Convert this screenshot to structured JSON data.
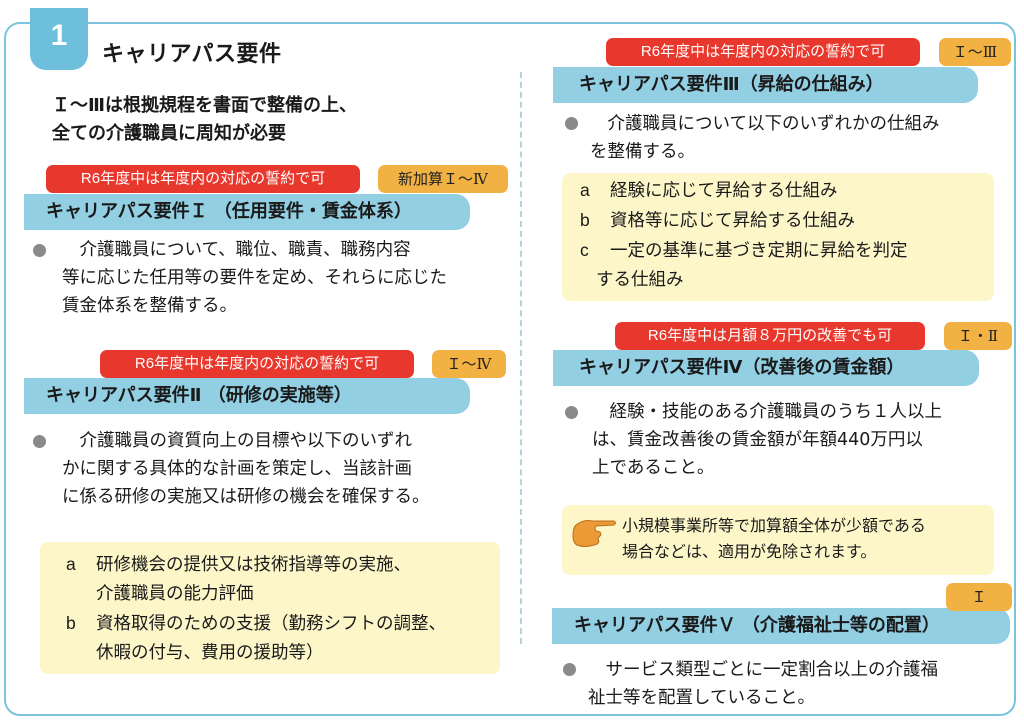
{
  "section": {
    "number": "1",
    "title": "キャリアパス要件",
    "lead_lines": [
      "Ｉ～Ⅲは根拠規程を書面で整備の上、",
      "全ての介護職員に周知が必要"
    ]
  },
  "requirements": [
    {
      "id": "I",
      "heading": "キャリアパス要件Ｉ （任用要件・賃金体系）",
      "red_tag": "R6年度中は年度内の対応の誓約で可",
      "orange_tag": "新加算Ｉ～Ⅳ",
      "body_lines": [
        "　介護職員について、職位、職責、職務内容",
        "等に応じた任用等の要件を定め、それらに応じた",
        "賃金体系を整備する。"
      ]
    },
    {
      "id": "II",
      "heading": "キャリアパス要件Ⅱ （研修の実施等）",
      "red_tag": "R6年度中は年度内の対応の誓約で可",
      "orange_tag": "Ｉ～Ⅳ",
      "body_lines": [
        "　介護職員の資質向上の目標や以下のいずれ",
        "かに関する具体的な計画を策定し、当該計画",
        "に係る研修の実施又は研修の機会を確保する。"
      ],
      "options": [
        {
          "label": "a",
          "lines": [
            "研修機会の提供又は技術指導等の実施、",
            "介護職員の能力評価"
          ]
        },
        {
          "label": "b",
          "lines": [
            "資格取得のための支援（勤務シフトの調整、",
            "休暇の付与、費用の援助等）"
          ]
        }
      ]
    },
    {
      "id": "III",
      "heading": "キャリアパス要件Ⅲ（昇給の仕組み）",
      "red_tag": "R6年度中は年度内の対応の誓約で可",
      "orange_tag": "Ｉ～Ⅲ",
      "body_lines": [
        "　介護職員について以下のいずれかの仕組み",
        "を整備する。"
      ],
      "options": [
        {
          "label": "a",
          "lines": [
            "経験に応じて昇給する仕組み"
          ]
        },
        {
          "label": "b",
          "lines": [
            "資格等に応じて昇給する仕組み"
          ]
        },
        {
          "label": "c",
          "lines": [
            "一定の基準に基づき定期に昇給を判定",
            "する仕組み"
          ]
        }
      ]
    },
    {
      "id": "IV",
      "heading": "キャリアパス要件Ⅳ（改善後の賃金額）",
      "red_tag": "R6年度中は月額８万円の改善でも可",
      "orange_tag": "Ｉ・Ⅱ",
      "body_lines": [
        "　経験・技能のある介護職員のうち１人以上",
        "は、賃金改善後の賃金額が年額440万円以",
        "上であること。"
      ],
      "note": {
        "icon": "pointing-hand-icon",
        "lines": [
          "小規模事業所等で加算額全体が少額である",
          "場合などは、適用が免除されます。"
        ]
      }
    },
    {
      "id": "V",
      "heading": "キャリアパス要件Ｖ （介護福祉士等の配置）",
      "orange_tag": "Ｉ",
      "body_lines": [
        "　サービス類型ごとに一定割合以上の介護福",
        "祉士等を配置していること。"
      ]
    }
  ],
  "colors": {
    "frame": "#7cc4de",
    "number_tab": "#6dbfdc",
    "heading_bar": "#92cfe3",
    "red_tag": "#e8382d",
    "orange_tag": "#f2b243",
    "option_box": "#fdf6c9",
    "bullet": "#8a8a8a"
  }
}
